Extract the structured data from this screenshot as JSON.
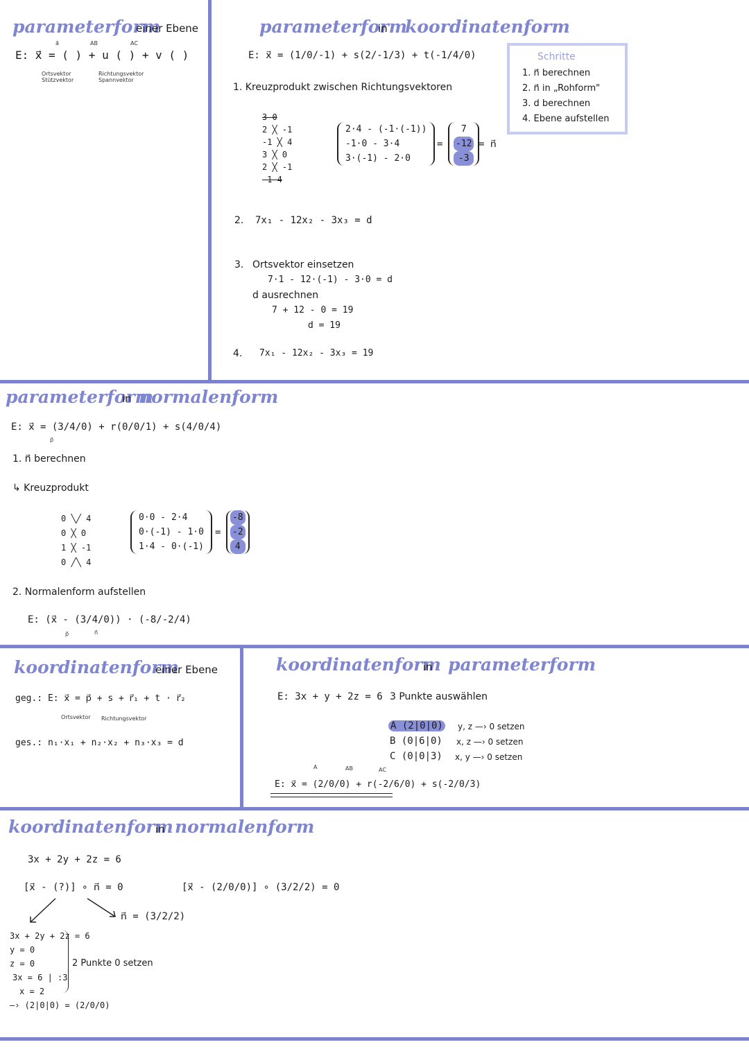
{
  "colors": {
    "accent": "#7f86cf",
    "line": "#7c82cc",
    "highlight": "#8a90d8",
    "box": "#c7cbf1"
  },
  "s1": {
    "title_a": "parameterform",
    "title_b": "einer Ebene",
    "eq": "E: x⃗ = ( ) + u ( ) + v ( )",
    "lbl_a": "a⃗",
    "lbl_ab": "AB",
    "lbl_ac": "AC",
    "note_orts": "Ortsvektor Stützvektor",
    "note_richt": "Richtungsvektor Spannvektor"
  },
  "s2": {
    "title_a": "parameterform",
    "title_in": "in",
    "title_b": "koordinatenform",
    "eq": "E: x⃗ = (1/0/-1) + s(2/-1/3) + t(-1/4/0)",
    "step1": "1. Kreuzprodukt zwischen Richtungsvektoren",
    "cross_rows": [
      "3      0",
      "2 ╳  -1",
      "-1 ╳  4",
      "3 ╳  0",
      "2 ╳  -1",
      "-1     4"
    ],
    "matrix": [
      "2·4 - (-1·(-1))",
      "-1·0 - 3·4",
      "3·(-1) - 2·0"
    ],
    "result": [
      "7",
      "-12",
      "-3"
    ],
    "equals": "=",
    "n": "= n⃗",
    "step2_num": "2.",
    "step2": "7x₁ - 12x₂ - 3x₃ = d",
    "step3_num": "3.",
    "step3": "Ortsvektor einsetzen",
    "step3_a": "7·1 - 12·(-1) - 3·0 = d",
    "step3_b": "d ausrechnen",
    "step3_c": "7 + 12 - 0 = 19",
    "step3_d": "d = 19",
    "step4_num": "4.",
    "step4": "7x₁ - 12x₂ - 3x₃ = 19",
    "box_title": "Schritte",
    "box_items": [
      "1. n⃗ berechnen",
      "2. n⃗ in „Rohform\"",
      "3. d berechnen",
      "4. Ebene aufstellen"
    ]
  },
  "s3": {
    "title_a": "parameterform",
    "title_in": "in",
    "title_b": "normalenform",
    "eq": "E: x⃗ = (3/4/0) + r(0/0/1) + s(4/0/4)",
    "p_label": "p⃗",
    "step1": "1. n⃗ berechnen",
    "step1b": "↳ Kreuzprodukt",
    "cross": [
      "0 ╲╱ 4",
      "0 ╳  0",
      "1 ╳  -1",
      "0 ╱╲ 4"
    ],
    "matrix": [
      "0·0 - 2·4",
      "0·(-1) - 1·0",
      "1·4 - 0·(-1)"
    ],
    "result": [
      "-8",
      "-2",
      "4"
    ],
    "equals": "=",
    "step2": "2. Normalenform aufstellen",
    "eq2": "E: (x⃗ - (3/4/0)) · (-8/-2/4)",
    "p2": "p⃗",
    "n2": "n⃗"
  },
  "s4": {
    "title_a": "koordinatenform",
    "title_b": "einer Ebene",
    "geg": "geg.: E: x⃗ = p⃗ + s + r⃗₁ + t · r⃗₂",
    "note_orts": "Ortsvektor",
    "note_richt": "Richtungsvektor",
    "ges": "ges.: n₁·x₁ + n₂·x₂ + n₃·x₃ = d"
  },
  "s5": {
    "title_a": "koordinatenform",
    "title_in": "in",
    "title_b": "parameterform",
    "eq": "E: 3x + y + 2z = 6",
    "pick": "3 Punkte auswählen",
    "points": [
      "A (2|0|0)",
      "B (0|6|0)",
      "C (0|0|3)"
    ],
    "rules": [
      "y, z —› 0 setzen",
      "x, z —› 0 setzen",
      "x, y —› 0 setzen"
    ],
    "final": "E: x⃗ = (2/0/0) + r(-2/6/0) + s(-2/0/3)",
    "lbl_a": "A",
    "lbl_ab": "AB",
    "lbl_ac": "AC"
  },
  "s6": {
    "title_a": "koordinatenform",
    "title_in": "in",
    "title_b": "normalenform",
    "eq": "3x + 2y + 2z = 6",
    "form": "[x⃗ - (?)] ∘ n⃗ = 0",
    "nvec": "n⃗ = (3/2/2)",
    "result": "[x⃗ - (2/0/0)] ∘ (3/2/2) = 0",
    "calc": [
      "3x + 2y + 2z = 6",
      "y = 0",
      "z = 0",
      "3x = 6 | :3",
      "x = 2",
      "—› (2|0|0) = (2/0/0)"
    ],
    "brace_note": "2 Punkte 0 setzen"
  }
}
